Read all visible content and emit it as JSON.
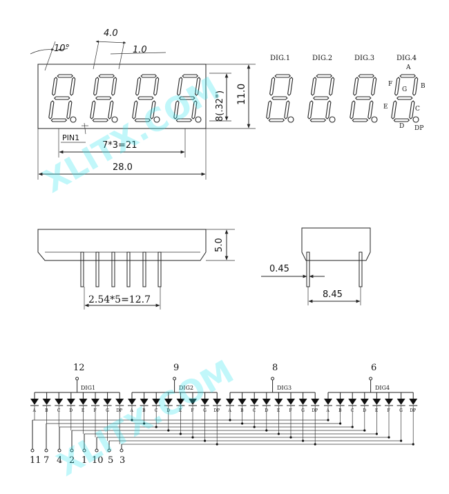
{
  "top_view": {
    "angle_label": "10°",
    "digit_width_label": "4.0",
    "segment_width_label": "1.0",
    "char_height_label": "8(.32\")",
    "height_label": "11.0",
    "pin1_label": "PIN1",
    "pitch_label": "7*3=21",
    "length_label": "28.0"
  },
  "segment_legend": {
    "digits": [
      "DIG.1",
      "DIG.2",
      "DIG.3",
      "DIG.4"
    ],
    "segments": [
      "A",
      "B",
      "C",
      "D",
      "E",
      "F",
      "G",
      "DP"
    ]
  },
  "side_view": {
    "thickness_label": "5.0",
    "pin_pitch_label": "2.54*5=12.7",
    "pin_diameter_label": "0.45",
    "row_spacing_label": "8.45"
  },
  "schematic": {
    "groups": [
      {
        "label": "DIG1",
        "pin": "12"
      },
      {
        "label": "DIG2",
        "pin": "9"
      },
      {
        "label": "DIG3",
        "pin": "8"
      },
      {
        "label": "DIG4",
        "pin": "6"
      }
    ],
    "segment_labels": [
      "A",
      "B",
      "C",
      "D",
      "E",
      "F",
      "G",
      "DP"
    ],
    "bottom_pins": [
      "11",
      "7",
      "4",
      "2",
      "1",
      "10",
      "5",
      "3"
    ]
  },
  "watermark": {
    "top": "XLITX.COM",
    "bottom": "XLITX.COM"
  }
}
